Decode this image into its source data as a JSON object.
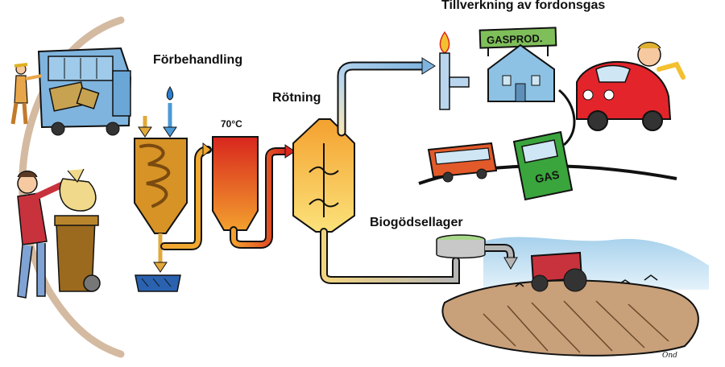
{
  "labels": {
    "title": "Tillverkning av fordonsgas",
    "pretreatment": "Förbehandling",
    "temperature": "70°C",
    "digestion": "Rötning",
    "digestate_storage": "Biogödsellager"
  },
  "sign_text": "GASPROD.",
  "pump_text": "GAS",
  "signature": "Ond",
  "icons": [
    "waste-truck-icon",
    "person-with-bin-icon",
    "pretreatment-tank-icon",
    "hygienization-tank-icon",
    "digester-tank-icon",
    "gas-flame-icon",
    "gas-station-icon",
    "car-icon",
    "bus-icon",
    "gas-pump-icon",
    "digestate-storage-icon",
    "tractor-field-icon"
  ],
  "colors": {
    "process_orange": "#f0a830",
    "hot_red": "#d8261e",
    "gas_blue": "#7fb4e0",
    "digester_yellow": "#f7c948",
    "pump_green": "#3aa53c",
    "car_red": "#e3242b",
    "sky_blue": "#b9dcef",
    "soil_brown": "#c8a07a"
  }
}
